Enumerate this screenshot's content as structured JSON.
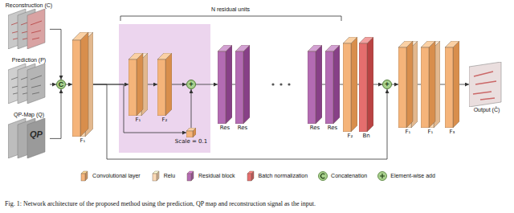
{
  "diagram": {
    "caption": "Fig. 1: Network architecture of the proposed method using the prediction, QP map and reconstruction signal as the input.",
    "nodes": [
      {
        "text": [
          "Reconstruction (C)"
        ]
      },
      {
        "text": [
          "Prediction (P)"
        ]
      },
      {
        "text": [
          "QP-Map (Q)"
        ]
      },
      {
        "text": [
          "C"
        ]
      },
      {
        "text": [
          "F₁"
        ]
      },
      {
        "text": [
          "F₁"
        ]
      },
      {
        "text": [
          "F₂"
        ]
      },
      {
        "text": [
          "Scale = 0.1"
        ]
      },
      {
        "text": [
          "+"
        ]
      },
      {
        "text": [
          "Res"
        ]
      },
      {
        "text": [
          "Res"
        ]
      },
      {
        "text": [
          "Res"
        ]
      },
      {
        "text": [
          "Res"
        ]
      },
      {
        "text": [
          "F₂"
        ]
      },
      {
        "text": [
          "Bn"
        ]
      },
      {
        "text": [
          "+"
        ]
      },
      {
        "text": [
          "F₁"
        ]
      },
      {
        "text": [
          "F₁"
        ]
      },
      {
        "text": [
          "F₃"
        ]
      },
      {
        "text": [
          "Output (Ĉ)"
        ]
      }
    ],
    "edges": [
      {
        "from": 0,
        "to": 3,
        "arrow": "to"
      },
      {
        "from": 1,
        "to": 3,
        "arrow": "to"
      },
      {
        "from": 2,
        "to": 3,
        "arrow": "to"
      },
      {
        "from": 3,
        "to": 4,
        "arrow": "to"
      },
      {
        "from": 4,
        "to": 5,
        "arrow": "to"
      },
      {
        "from": 5,
        "to": 6,
        "arrow": "to"
      },
      {
        "from": 6,
        "to": 8,
        "arrow": "to"
      },
      {
        "from": 4,
        "to": 7,
        "arrow": "to"
      },
      {
        "from": 7,
        "to": 8,
        "arrow": "to"
      },
      {
        "from": 8,
        "to": 9,
        "arrow": "to"
      },
      {
        "from": 9,
        "to": 10,
        "arrow": "none"
      },
      {
        "from": 11,
        "to": 12,
        "arrow": "none"
      },
      {
        "from": 12,
        "to": 13,
        "arrow": "none"
      },
      {
        "from": 13,
        "to": 14,
        "arrow": "none"
      },
      {
        "from": 14,
        "to": 15,
        "arrow": "to"
      },
      {
        "from": 4,
        "to": 15,
        "arrow": "to"
      },
      {
        "from": 15,
        "to": 16,
        "arrow": "to"
      },
      {
        "from": 16,
        "to": 17,
        "arrow": "none"
      },
      {
        "from": 17,
        "to": 18,
        "arrow": "none"
      },
      {
        "from": 18,
        "to": 19,
        "arrow": "to"
      }
    ],
    "labels": [
      "N residual units",
      "QP"
    ],
    "legend": [
      {
        "text": "Convolutional layer",
        "color": "#f5b47a"
      },
      {
        "text": "Relu",
        "color": "#fbd9b5"
      },
      {
        "text": "Residual block",
        "color": "#b36bb3"
      },
      {
        "text": "Batch normalization",
        "color": "#e56e6e"
      },
      {
        "text": "Concatenation"
      },
      {
        "text": "Element-wise add"
      }
    ]
  }
}
